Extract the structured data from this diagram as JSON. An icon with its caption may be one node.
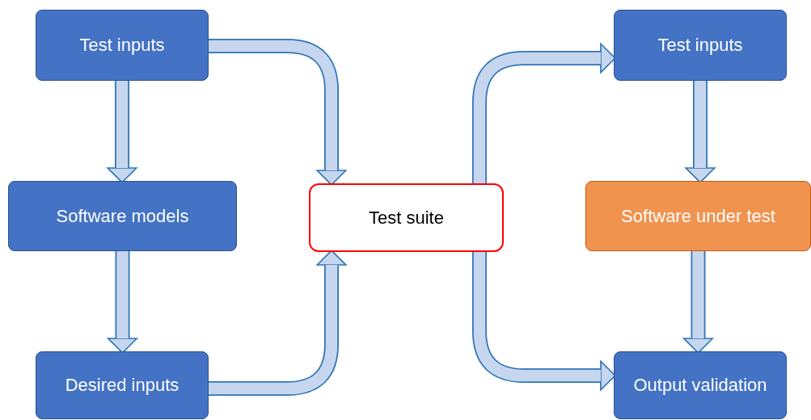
{
  "diagram": {
    "nodes": [
      {
        "text": [
          "Test inputs"
        ]
      },
      {
        "text": [
          "Software models"
        ]
      },
      {
        "text": [
          "Desired inputs"
        ]
      },
      {
        "text": [
          "Test suite"
        ]
      },
      {
        "text": [
          "Test inputs"
        ]
      },
      {
        "text": [
          "Software under test"
        ]
      },
      {
        "text": [
          "Output validation"
        ]
      }
    ],
    "edges": [
      {
        "from": 0,
        "to": 1,
        "arrow": "to"
      },
      {
        "from": 1,
        "to": 2,
        "arrow": "to"
      },
      {
        "from": 0,
        "to": 3,
        "arrow": "to"
      },
      {
        "from": 2,
        "to": 3,
        "arrow": "to"
      },
      {
        "from": 3,
        "to": 4,
        "arrow": "to"
      },
      {
        "from": 3,
        "to": 6,
        "arrow": "to"
      },
      {
        "from": 4,
        "to": 5,
        "arrow": "to"
      },
      {
        "from": 5,
        "to": 6,
        "arrow": "to"
      }
    ]
  }
}
